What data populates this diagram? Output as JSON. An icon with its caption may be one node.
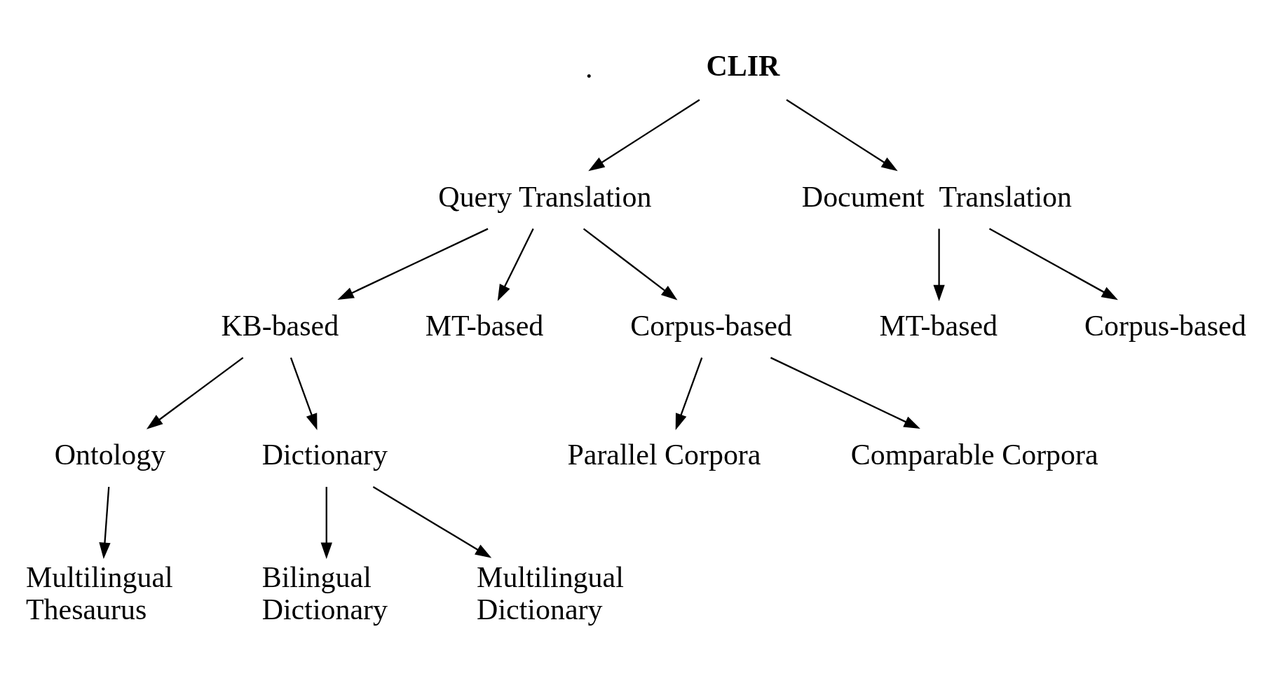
{
  "diagram": {
    "nodes": [
      {
        "text": [
          "CLIR"
        ]
      },
      {
        "text": [
          "Query Translation"
        ]
      },
      {
        "text": [
          "Document  Translation"
        ]
      },
      {
        "text": [
          "KB-based"
        ]
      },
      {
        "text": [
          "MT-based"
        ]
      },
      {
        "text": [
          "Corpus-based"
        ]
      },
      {
        "text": [
          "MT-based"
        ]
      },
      {
        "text": [
          "Corpus-based"
        ]
      },
      {
        "text": [
          "Ontology"
        ]
      },
      {
        "text": [
          "Dictionary"
        ]
      },
      {
        "text": [
          "Parallel Corpora"
        ]
      },
      {
        "text": [
          "Comparable Corpora"
        ]
      },
      {
        "text": [
          "Multilingual Thesaurus"
        ]
      },
      {
        "text": [
          "Bilingual Dictionary"
        ]
      },
      {
        "text": [
          "Multilingual Dictionary"
        ]
      }
    ],
    "edges": [
      {
        "from": 0,
        "to": 1,
        "arrow": "to"
      },
      {
        "from": 0,
        "to": 2,
        "arrow": "to"
      },
      {
        "from": 1,
        "to": 3,
        "arrow": "to"
      },
      {
        "from": 1,
        "to": 5,
        "arrow": "to"
      },
      {
        "from": 1,
        "to": 4,
        "arrow": "to"
      },
      {
        "from": 2,
        "to": 6,
        "arrow": "to"
      },
      {
        "from": 2,
        "to": 7,
        "arrow": "to"
      },
      {
        "from": 3,
        "to": 8,
        "arrow": "to"
      },
      {
        "from": 3,
        "to": 9,
        "arrow": "to"
      },
      {
        "from": 5,
        "to": 10,
        "arrow": "to"
      },
      {
        "from": 5,
        "to": 11,
        "arrow": "to"
      },
      {
        "from": 8,
        "to": 12,
        "arrow": "to"
      },
      {
        "from": 9,
        "to": 13,
        "arrow": "to"
      },
      {
        "from": 9,
        "to": 14,
        "arrow": "to"
      }
    ],
    "labels": [
      "."
    ]
  }
}
